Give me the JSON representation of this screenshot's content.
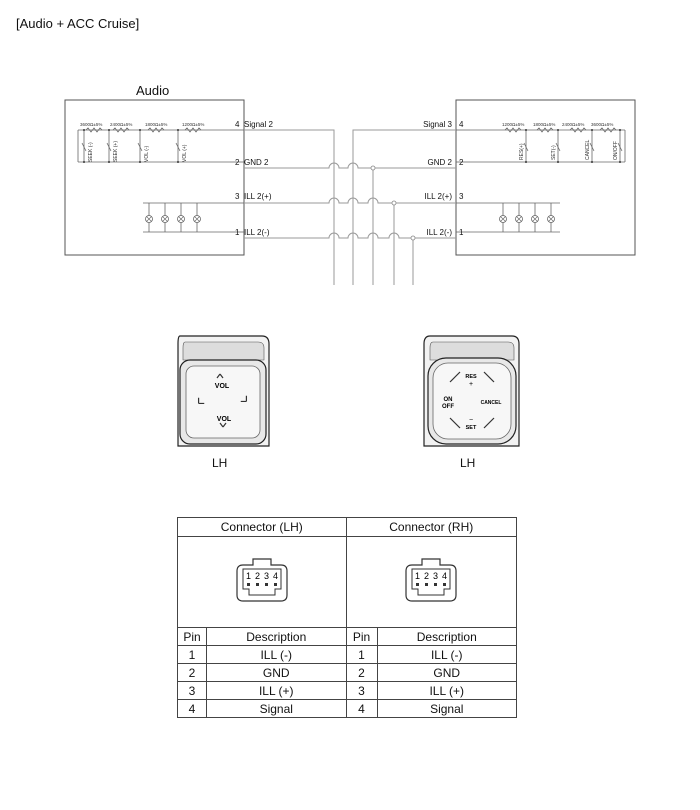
{
  "title": "[Audio + ACC Cruise]",
  "audio_label": "Audio",
  "left_module": {
    "pins": [
      {
        "num": "4",
        "label": "Signal 2"
      },
      {
        "num": "2",
        "label": "GND 2"
      },
      {
        "num": "3",
        "label": "ILL 2(+)"
      },
      {
        "num": "1",
        "label": "ILL 2(-)"
      }
    ],
    "resistors": [
      "3600Ω±5%",
      "2400Ω±5%",
      "1800Ω±5%",
      "1200Ω±5%"
    ],
    "switches": [
      "SEEK (-)",
      "SEEK (+)",
      "VOL (-)",
      "VOL (+)"
    ]
  },
  "right_module": {
    "pins": [
      {
        "num": "4",
        "label": "Signal 3"
      },
      {
        "num": "2",
        "label": "GND 2"
      },
      {
        "num": "3",
        "label": "ILL 2(+)"
      },
      {
        "num": "1",
        "label": "ILL 2(-)"
      }
    ],
    "resistors": [
      "1200Ω±5%",
      "1800Ω±5%",
      "2400Ω±5%",
      "3600Ω±5%"
    ],
    "switches": [
      "RES(+)",
      "SET(-)",
      "CANCEL",
      "ON/OFF"
    ]
  },
  "left_switch": {
    "vol_top": "VOL",
    "vol_bottom": "VOL",
    "caption": "LH"
  },
  "right_switch": {
    "res": "RES",
    "res_sign": "+",
    "on": "ON",
    "off": "OFF",
    "cancel": "CANCEL",
    "set_sign": "−",
    "set": "SET",
    "caption": "LH"
  },
  "connector_table": {
    "headers": [
      "Connector (LH)",
      "Connector (RH)"
    ],
    "connector_pins": [
      "1",
      "2",
      "3",
      "4"
    ],
    "col_pin": "Pin",
    "col_desc": "Description",
    "rows": [
      {
        "pin_l": "1",
        "desc_l": "ILL (-)",
        "pin_r": "1",
        "desc_r": "ILL (-)"
      },
      {
        "pin_l": "2",
        "desc_l": "GND",
        "pin_r": "2",
        "desc_r": "GND"
      },
      {
        "pin_l": "3",
        "desc_l": "ILL (+)",
        "pin_r": "3",
        "desc_r": "ILL (+)"
      },
      {
        "pin_l": "4",
        "desc_l": "Signal",
        "pin_r": "4",
        "desc_r": "Signal"
      }
    ]
  },
  "colors": {
    "wire": "#9a9a9a",
    "outline": "#555555",
    "switch_body": "#e6e6e6"
  }
}
